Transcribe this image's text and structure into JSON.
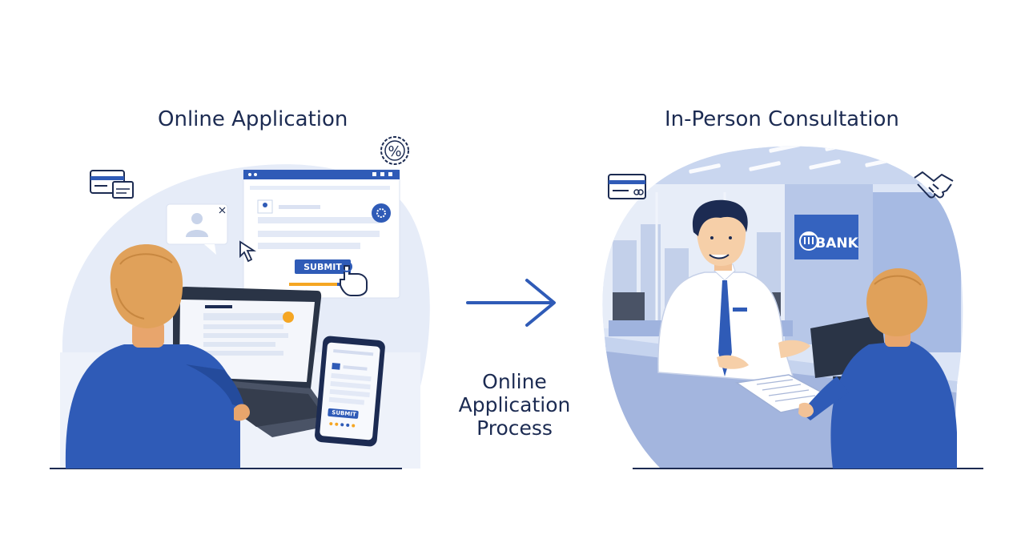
{
  "left_panel": {
    "title": "Online Application",
    "submit_label": "SUBMIT",
    "phone_submit_label": "SUBMIT"
  },
  "center": {
    "process_label_lines": [
      "Online",
      "Application",
      "Process"
    ]
  },
  "right_panel": {
    "title": "In-Person Consultation",
    "bank_sign": "BANK"
  },
  "colors": {
    "primary_blue": "#2f5bb7",
    "dark_navy": "#1c2b52",
    "light_blue_bg": "#e6ecf8",
    "hair_orange": "#e0a15a",
    "accent_orange": "#f5a623"
  },
  "icons": [
    "credit-card-icon",
    "percent-badge-icon",
    "handshake-icon",
    "cursor-arrow-icon",
    "pointer-hand-icon",
    "bank-building-icon",
    "arrow-right-icon"
  ]
}
